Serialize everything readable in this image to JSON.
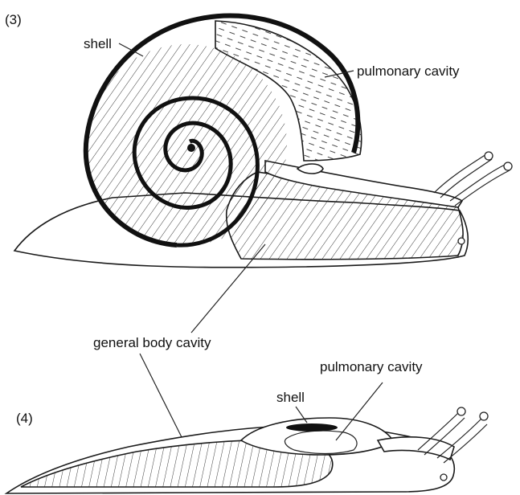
{
  "figure_3": {
    "number": "(3)",
    "label_shell": "shell",
    "label_pulmonary": "pulmonary cavity"
  },
  "shared": {
    "label_general_body_cavity": "general body cavity"
  },
  "figure_4": {
    "number": "(4)",
    "label_shell": "shell",
    "label_pulmonary": "pulmonary cavity"
  },
  "colors": {
    "ink": "#1a1a1a",
    "background": "#ffffff"
  }
}
